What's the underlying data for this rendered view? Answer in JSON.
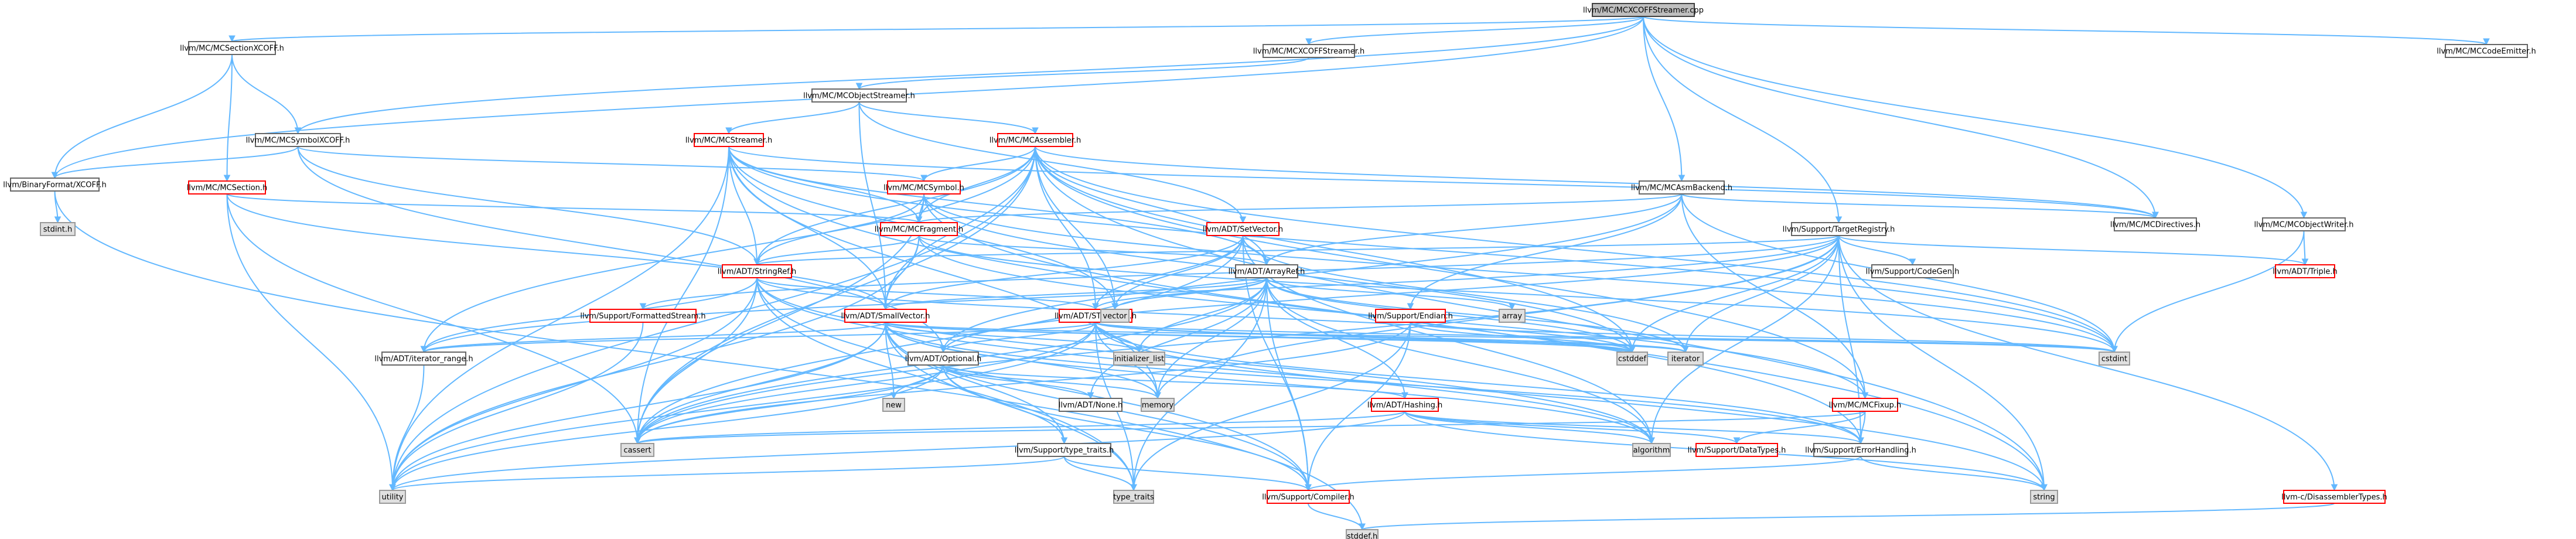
{
  "colors": {
    "edge": "#63B8FF",
    "focus_fill": "#BFBFBF",
    "focus_stroke": "#404040",
    "normal_fill": "#FFFFFF",
    "normal_stroke": "#666666",
    "truncated_stroke": "#FF0000",
    "system_fill": "#E0E0E0",
    "system_stroke": "#999999",
    "text": "#000000"
  },
  "nodes": [
    {
      "id": "mcxcoffstreamer_cpp",
      "label": "llvm/MC/MCXCOFFStreamer.cpp",
      "kind": "focus"
    },
    {
      "id": "mcsectionxcoff_h",
      "label": "llvm/MC/MCSectionXCOFF.h",
      "kind": "normal"
    },
    {
      "id": "mcxcoffstreamer_h",
      "label": "llvm/MC/MCXCOFFStreamer.h",
      "kind": "normal"
    },
    {
      "id": "mccodeemitter_h",
      "label": "llvm/MC/MCCodeEmitter.h",
      "kind": "normal"
    },
    {
      "id": "mcobjectstreamer_h",
      "label": "llvm/MC/MCObjectStreamer.h",
      "kind": "normal"
    },
    {
      "id": "mcsymbolxcoff_h",
      "label": "llvm/MC/MCSymbolXCOFF.h",
      "kind": "normal"
    },
    {
      "id": "mcstreamer_h",
      "label": "llvm/MC/MCStreamer.h",
      "kind": "truncated"
    },
    {
      "id": "mcassembler_h",
      "label": "llvm/MC/MCAssembler.h",
      "kind": "truncated"
    },
    {
      "id": "binaryformat_xcoff_h",
      "label": "llvm/BinaryFormat/XCOFF.h",
      "kind": "normal"
    },
    {
      "id": "mcsection_h",
      "label": "llvm/MC/MCSection.h",
      "kind": "truncated"
    },
    {
      "id": "mcsymbol_h",
      "label": "llvm/MC/MCSymbol.h",
      "kind": "truncated"
    },
    {
      "id": "mcasmbackend_h",
      "label": "llvm/MC/MCAsmBackend.h",
      "kind": "normal"
    },
    {
      "id": "mcdirectives_h",
      "label": "llvm/MC/MCDirectives.h",
      "kind": "normal"
    },
    {
      "id": "mcobjectwriter_h",
      "label": "llvm/MC/MCObjectWriter.h",
      "kind": "normal"
    },
    {
      "id": "stdint_h",
      "label": "stdint.h",
      "kind": "system"
    },
    {
      "id": "mcfragment_h",
      "label": "llvm/MC/MCFragment.h",
      "kind": "truncated"
    },
    {
      "id": "adt_setvector_h",
      "label": "llvm/ADT/SetVector.h",
      "kind": "truncated"
    },
    {
      "id": "targetregistry_h",
      "label": "llvm/Support/TargetRegistry.h",
      "kind": "normal"
    },
    {
      "id": "triple_h",
      "label": "llvm/ADT/Triple.h",
      "kind": "truncated"
    },
    {
      "id": "stringref_h",
      "label": "llvm/ADT/StringRef.h",
      "kind": "truncated"
    },
    {
      "id": "arrayref_h",
      "label": "llvm/ADT/ArrayRef.h",
      "kind": "normal"
    },
    {
      "id": "codegen_h",
      "label": "llvm/Support/CodeGen.h",
      "kind": "normal"
    },
    {
      "id": "formattedstream_h",
      "label": "llvm/Support/FormattedStream.h",
      "kind": "truncated"
    },
    {
      "id": "smallvector_h",
      "label": "llvm/ADT/SmallVector.h",
      "kind": "truncated"
    },
    {
      "id": "stlextras_h",
      "label": "llvm/ADT/STLExtras.h",
      "kind": "truncated"
    },
    {
      "id": "vector",
      "label": "vector",
      "kind": "system"
    },
    {
      "id": "array",
      "label": "array",
      "kind": "system"
    },
    {
      "id": "endian_h",
      "label": "llvm/Support/Endian.h",
      "kind": "truncated"
    },
    {
      "id": "cstddef",
      "label": "cstddef",
      "kind": "system"
    },
    {
      "id": "iterator",
      "label": "iterator",
      "kind": "system"
    },
    {
      "id": "cstdint",
      "label": "cstdint",
      "kind": "system"
    },
    {
      "id": "iterator_range_h",
      "label": "llvm/ADT/iterator_range.h",
      "kind": "normal"
    },
    {
      "id": "optional_h",
      "label": "llvm/ADT/Optional.h",
      "kind": "normal"
    },
    {
      "id": "initializer_list",
      "label": "initializer_list",
      "kind": "system"
    },
    {
      "id": "new",
      "label": "new",
      "kind": "system"
    },
    {
      "id": "none_h",
      "label": "llvm/ADT/None.h",
      "kind": "normal"
    },
    {
      "id": "memory",
      "label": "memory",
      "kind": "system"
    },
    {
      "id": "hashing_h",
      "label": "llvm/ADT/Hashing.h",
      "kind": "truncated"
    },
    {
      "id": "mcfixup_h",
      "label": "llvm/MC/MCFixup.h",
      "kind": "truncated"
    },
    {
      "id": "cassert",
      "label": "cassert",
      "kind": "system"
    },
    {
      "id": "algorithm",
      "label": "algorithm",
      "kind": "system"
    },
    {
      "id": "datatypes_h",
      "label": "llvm/Support/DataTypes.h",
      "kind": "truncated"
    },
    {
      "id": "errorhandling_h",
      "label": "llvm/Support/ErrorHandling.h",
      "kind": "normal"
    },
    {
      "id": "type_traits_h",
      "label": "llvm/Support/type_traits.h",
      "kind": "normal"
    },
    {
      "id": "utility",
      "label": "utility",
      "kind": "system"
    },
    {
      "id": "type_traits",
      "label": "type_traits",
      "kind": "system"
    },
    {
      "id": "compiler_h",
      "label": "llvm/Support/Compiler.h",
      "kind": "truncated"
    },
    {
      "id": "string",
      "label": "string",
      "kind": "system"
    },
    {
      "id": "disassemblertypes_h",
      "label": "llvm-c/DisassemblerTypes.h",
      "kind": "truncated"
    },
    {
      "id": "stddef_h",
      "label": "stddef.h",
      "kind": "system"
    }
  ],
  "edges": [
    [
      "mcxcoffstreamer_cpp",
      "mcsectionxcoff_h"
    ],
    [
      "mcxcoffstreamer_cpp",
      "mcxcoffstreamer_h"
    ],
    [
      "mcxcoffstreamer_cpp",
      "mccodeemitter_h"
    ],
    [
      "mcxcoffstreamer_cpp",
      "mcasmbackend_h"
    ],
    [
      "mcxcoffstreamer_cpp",
      "mcobjectwriter_h"
    ],
    [
      "mcxcoffstreamer_cpp",
      "mcdirectives_h"
    ],
    [
      "mcxcoffstreamer_cpp",
      "binaryformat_xcoff_h"
    ],
    [
      "mcxcoffstreamer_cpp",
      "mcsymbolxcoff_h"
    ],
    [
      "mcxcoffstreamer_cpp",
      "targetregistry_h"
    ],
    [
      "mcsectionxcoff_h",
      "mcsymbolxcoff_h"
    ],
    [
      "mcsectionxcoff_h",
      "binaryformat_xcoff_h"
    ],
    [
      "mcsectionxcoff_h",
      "mcsection_h"
    ],
    [
      "mcxcoffstreamer_h",
      "mcobjectstreamer_h"
    ],
    [
      "mcobjectstreamer_h",
      "mcstreamer_h"
    ],
    [
      "mcobjectstreamer_h",
      "mcassembler_h"
    ],
    [
      "mcobjectstreamer_h",
      "adt_setvector_h"
    ],
    [
      "mcobjectstreamer_h",
      "smallvector_h"
    ],
    [
      "mcsymbolxcoff_h",
      "binaryformat_xcoff_h"
    ],
    [
      "mcsymbolxcoff_h",
      "mcsymbol_h"
    ],
    [
      "mcsymbolxcoff_h",
      "stringref_h"
    ],
    [
      "mcsymbolxcoff_h",
      "optional_h"
    ],
    [
      "binaryformat_xcoff_h",
      "stdint_h"
    ],
    [
      "binaryformat_xcoff_h",
      "stddef_h"
    ],
    [
      "mcstreamer_h",
      "stringref_h"
    ],
    [
      "mcstreamer_h",
      "arrayref_h"
    ],
    [
      "mcstreamer_h",
      "smallvector_h"
    ],
    [
      "mcstreamer_h",
      "mcdirectives_h"
    ],
    [
      "mcstreamer_h",
      "mcfragment_h"
    ],
    [
      "mcstreamer_h",
      "cassert"
    ],
    [
      "mcstreamer_h",
      "cstdint"
    ],
    [
      "mcstreamer_h",
      "memory"
    ],
    [
      "mcstreamer_h",
      "string"
    ],
    [
      "mcstreamer_h",
      "utility"
    ],
    [
      "mcstreamer_h",
      "vector"
    ],
    [
      "mcassembler_h",
      "mcsymbol_h"
    ],
    [
      "mcassembler_h",
      "mcfragment_h"
    ],
    [
      "mcassembler_h",
      "mcdirectives_h"
    ],
    [
      "mcassembler_h",
      "stringref_h"
    ],
    [
      "mcassembler_h",
      "arrayref_h"
    ],
    [
      "mcassembler_h",
      "smallvector_h"
    ],
    [
      "mcassembler_h",
      "stlextras_h"
    ],
    [
      "mcassembler_h",
      "iterator_range_h"
    ],
    [
      "mcassembler_h",
      "cassert"
    ],
    [
      "mcassembler_h",
      "cstddef"
    ],
    [
      "mcassembler_h",
      "cstdint"
    ],
    [
      "mcassembler_h",
      "string"
    ],
    [
      "mcassembler_h",
      "utility"
    ],
    [
      "mcassembler_h",
      "vector"
    ],
    [
      "mcassembler_h",
      "mcfixup_h"
    ],
    [
      "mcsection_h",
      "mcfragment_h"
    ],
    [
      "mcsection_h",
      "smallvector_h"
    ],
    [
      "mcsection_h",
      "cassert"
    ],
    [
      "mcsection_h",
      "utility"
    ],
    [
      "mcsymbol_h",
      "mcfragment_h"
    ],
    [
      "mcsymbol_h",
      "stringref_h"
    ],
    [
      "mcsymbol_h",
      "errorhandling_h"
    ],
    [
      "mcsymbol_h",
      "cassert"
    ],
    [
      "mcsymbol_h",
      "cstddef"
    ],
    [
      "mcsymbol_h",
      "cstdint"
    ],
    [
      "mcfragment_h",
      "arrayref_h"
    ],
    [
      "mcfragment_h",
      "smallvector_h"
    ],
    [
      "mcfragment_h",
      "stringref_h"
    ],
    [
      "mcfragment_h",
      "mcfixup_h"
    ],
    [
      "mcfragment_h",
      "cstdint"
    ],
    [
      "mcfragment_h",
      "utility"
    ],
    [
      "mcasmbackend_h",
      "arrayref_h"
    ],
    [
      "mcasmbackend_h",
      "optional_h"
    ],
    [
      "mcasmbackend_h",
      "mcdirectives_h"
    ],
    [
      "mcasmbackend_h",
      "mcfixup_h"
    ],
    [
      "mcasmbackend_h",
      "mcfragment_h"
    ],
    [
      "mcasmbackend_h",
      "endian_h"
    ],
    [
      "mcasmbackend_h",
      "cstdint"
    ],
    [
      "mcobjectwriter_h",
      "triple_h"
    ],
    [
      "mcobjectwriter_h",
      "cstdint"
    ],
    [
      "adt_setvector_h",
      "arrayref_h"
    ],
    [
      "adt_setvector_h",
      "smallvector_h"
    ],
    [
      "adt_setvector_h",
      "stlextras_h"
    ],
    [
      "adt_setvector_h",
      "compiler_h"
    ],
    [
      "adt_setvector_h",
      "algorithm"
    ],
    [
      "adt_setvector_h",
      "cassert"
    ],
    [
      "adt_setvector_h",
      "iterator"
    ],
    [
      "adt_setvector_h",
      "vector"
    ],
    [
      "targetregistry_h",
      "disassemblertypes_h"
    ],
    [
      "targetregistry_h",
      "iterator_range_h"
    ],
    [
      "targetregistry_h",
      "optional_h"
    ],
    [
      "targetregistry_h",
      "stringref_h"
    ],
    [
      "targetregistry_h",
      "triple_h"
    ],
    [
      "targetregistry_h",
      "codegen_h"
    ],
    [
      "targetregistry_h",
      "errorhandling_h"
    ],
    [
      "targetregistry_h",
      "formattedstream_h"
    ],
    [
      "targetregistry_h",
      "algorithm"
    ],
    [
      "targetregistry_h",
      "cassert"
    ],
    [
      "targetregistry_h",
      "cstddef"
    ],
    [
      "targetregistry_h",
      "iterator"
    ],
    [
      "targetregistry_h",
      "memory"
    ],
    [
      "targetregistry_h",
      "string"
    ],
    [
      "stringref_h",
      "stlextras_h"
    ],
    [
      "stringref_h",
      "iterator_range_h"
    ],
    [
      "stringref_h",
      "compiler_h"
    ],
    [
      "stringref_h",
      "algorithm"
    ],
    [
      "stringref_h",
      "cassert"
    ],
    [
      "stringref_h",
      "cstddef"
    ],
    [
      "stringref_h",
      "cstring"
    ],
    [
      "stringref_h",
      "limits"
    ],
    [
      "stringref_h",
      "string"
    ],
    [
      "stringref_h",
      "type_traits"
    ],
    [
      "stringref_h",
      "utility"
    ],
    [
      "arrayref_h",
      "hashing_h"
    ],
    [
      "arrayref_h",
      "none_h"
    ],
    [
      "arrayref_h",
      "smallvector_h"
    ],
    [
      "arrayref_h",
      "stlextras_h"
    ],
    [
      "arrayref_h",
      "compiler_h"
    ],
    [
      "arrayref_h",
      "algorithm"
    ],
    [
      "arrayref_h",
      "array"
    ],
    [
      "arrayref_h",
      "cassert"
    ],
    [
      "arrayref_h",
      "cstddef"
    ],
    [
      "arrayref_h",
      "initializer_list"
    ],
    [
      "arrayref_h",
      "iterator"
    ],
    [
      "arrayref_h",
      "memory"
    ],
    [
      "arrayref_h",
      "type_traits"
    ],
    [
      "arrayref_h",
      "vector"
    ],
    [
      "formattedstream_h",
      "utility"
    ],
    [
      "smallvector_h",
      "iterator_range_h"
    ],
    [
      "smallvector_h",
      "compiler_h"
    ],
    [
      "smallvector_h",
      "errorhandling_h"
    ],
    [
      "smallvector_h",
      "type_traits_h"
    ],
    [
      "smallvector_h",
      "algorithm"
    ],
    [
      "smallvector_h",
      "cassert"
    ],
    [
      "smallvector_h",
      "cstddef"
    ],
    [
      "smallvector_h",
      "cstdint"
    ],
    [
      "smallvector_h",
      "initializer_list"
    ],
    [
      "smallvector_h",
      "iterator"
    ],
    [
      "smallvector_h",
      "memory"
    ],
    [
      "smallvector_h",
      "new"
    ],
    [
      "smallvector_h",
      "type_traits"
    ],
    [
      "smallvector_h",
      "utility"
    ],
    [
      "stlextras_h",
      "optional_h"
    ],
    [
      "stlextras_h",
      "iterator_range_h"
    ],
    [
      "stlextras_h",
      "errorhandling_h"
    ],
    [
      "stlextras_h",
      "algorithm"
    ],
    [
      "stlextras_h",
      "cassert"
    ],
    [
      "stlextras_h",
      "cstddef"
    ],
    [
      "stlextras_h",
      "cstdint"
    ],
    [
      "stlextras_h",
      "initializer_list"
    ],
    [
      "stlextras_h",
      "iterator"
    ],
    [
      "stlextras_h",
      "memory"
    ],
    [
      "stlextras_h",
      "type_traits"
    ],
    [
      "stlextras_h",
      "utility"
    ],
    [
      "endian_h",
      "compiler_h"
    ],
    [
      "endian_h",
      "cassert"
    ],
    [
      "endian_h",
      "cstddef"
    ],
    [
      "endian_h",
      "cstdint"
    ],
    [
      "endian_h",
      "type_traits"
    ],
    [
      "optional_h",
      "hashing_h"
    ],
    [
      "optional_h",
      "none_h"
    ],
    [
      "optional_h",
      "compiler_h"
    ],
    [
      "optional_h",
      "type_traits_h"
    ],
    [
      "optional_h",
      "cassert"
    ],
    [
      "optional_h",
      "memory"
    ],
    [
      "optional_h",
      "new"
    ],
    [
      "optional_h",
      "utility"
    ],
    [
      "iterator_range_h",
      "utility"
    ],
    [
      "hashing_h",
      "errorhandling_h"
    ],
    [
      "hashing_h",
      "datatypes_h"
    ],
    [
      "hashing_h",
      "algorithm"
    ],
    [
      "hashing_h",
      "cassert"
    ],
    [
      "hashing_h",
      "string"
    ],
    [
      "hashing_h",
      "utility"
    ],
    [
      "mcfixup_h",
      "datatypes_h"
    ],
    [
      "mcfixup_h",
      "errorhandling_h"
    ],
    [
      "mcfixup_h",
      "cassert"
    ],
    [
      "type_traits_h",
      "compiler_h"
    ],
    [
      "type_traits_h",
      "type_traits"
    ],
    [
      "type_traits_h",
      "utility"
    ],
    [
      "errorhandling_h",
      "compiler_h"
    ],
    [
      "errorhandling_h",
      "string"
    ],
    [
      "compiler_h",
      "stddef_h"
    ],
    [
      "disassemblertypes_h",
      "stddef_h"
    ]
  ]
}
